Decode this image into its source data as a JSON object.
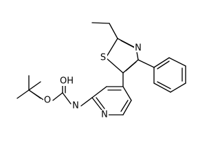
{
  "diagram": {
    "atoms": {
      "thiazole_s": "S",
      "thiazole_n": "N",
      "carbamate_oh": "OH",
      "carbamate_o": "O",
      "amide_n": "N",
      "pyridine_n": "N"
    }
  },
  "colors": {
    "bond": "#000000",
    "background": "#ffffff",
    "text": "#000000"
  }
}
